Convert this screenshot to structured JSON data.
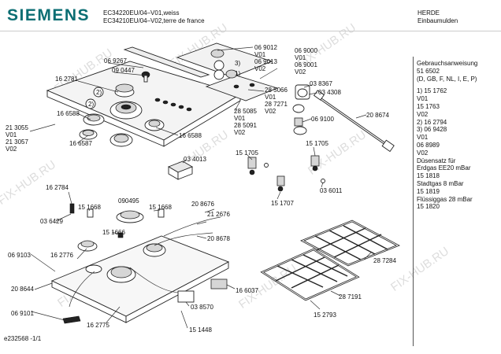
{
  "brand": "SIEMENS",
  "models": [
    "EC34220EU/04–V01,weiss",
    "EC34210EU/04–V02,terre de france"
  ],
  "category": [
    "HERDE",
    "Einbaumulden"
  ],
  "sidebar": [
    "Gebrauchsanweisung",
    "51 6502",
    "(D, GB, F, NL, I, E, P)",
    "",
    "1)  15 1762",
    "     V01",
    "     15 1763",
    "     V02",
    "2)  16 2794",
    "3)  06 9428",
    "     V01",
    "     06 8989",
    "     V02",
    "Düsensatz für",
    "Erdgas EE20 mBar",
    "15 1818",
    "Stadtgas 8 mBar",
    "15 1819",
    "Flüssiggas 28 mBar",
    "15 1820"
  ],
  "watermark": "FIX-HUB.RU",
  "footer": "e232568  -1/1",
  "labels": {
    "p069267": "06 9267",
    "p090447": "09 0447",
    "p162781": "16 2781",
    "p165886": "16 6588",
    "p213055": "21 3055",
    "v01a": "V01",
    "p213057": "21 3057",
    "v02a": "V02",
    "p166587": "16 6587",
    "p166588b": "16 6588",
    "p069012": "06 9012",
    "v01b": "V01",
    "p069013": "06 9013",
    "v02b": "V02",
    "p069000": "06 9000",
    "v01c": "V01",
    "p069001": "06 9001",
    "v02c": "V02",
    "p285066": "28 5066",
    "v01d": "V01",
    "p287271": "28 7271",
    "v02d": "V02",
    "p285085": "28 5085",
    "v01e": "V01",
    "p285091": "28 5091",
    "v02e": "V02",
    "p038367": "03 8367",
    "p034308": "03 4308",
    "p208674": "20 8674",
    "p069100": "06 9100",
    "p034013": "03 4013",
    "p151705a": "15 1705",
    "p151705b": "15 1705",
    "p036011": "03 6011",
    "p151707": "15 1707",
    "p162784": "16 2784",
    "p036429": "03 6429",
    "p151668a": "15 1668",
    "p090495": "090495",
    "p151668b": "15 1668",
    "p208676": "20 8676",
    "p212676": "21 2676",
    "p151666": "15 1666",
    "p208678": "20 8678",
    "p162776": "16 2776",
    "p069103": "06 9103",
    "p208644": "20 8644",
    "p069101": "06 9101",
    "p162775": "16 2775",
    "p166037": "16 6037",
    "p038570": "03 8570",
    "p151448": "15 1448",
    "p287284": "28 7284",
    "p287191": "28 7191",
    "p152793": "15 2793",
    "call2": "2)",
    "call3": "3)",
    "call1": "1)"
  }
}
